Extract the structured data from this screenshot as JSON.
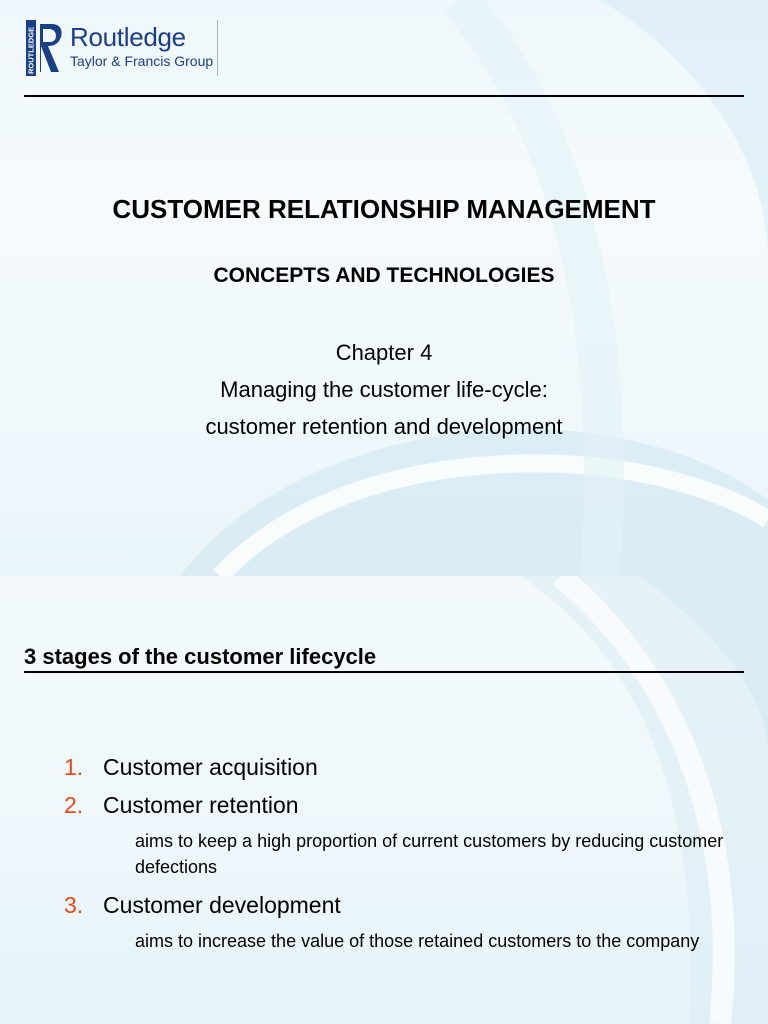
{
  "slide1": {
    "logo": {
      "name": "Routledge",
      "subtitle": "Taylor & Francis Group",
      "side_text": "ROUTLEDGE"
    },
    "title": "CUSTOMER RELATIONSHIP MANAGEMENT",
    "subtitle": "CONCEPTS AND TECHNOLOGIES",
    "lines": [
      "Chapter 4",
      "Managing the customer life-cycle:",
      "customer retention and development"
    ]
  },
  "slide2": {
    "heading": "3 stages of the customer lifecycle",
    "items": [
      {
        "number": "1.",
        "label": "Customer acquisition",
        "detail": ""
      },
      {
        "number": "2.",
        "label": "Customer retention",
        "detail": "aims to keep a high proportion of current customers by reducing customer defections"
      },
      {
        "number": "3.",
        "label": "Customer development",
        "detail": "aims to increase the value of those retained customers to the company"
      }
    ]
  },
  "colors": {
    "accent_number": "#e24a1a",
    "logo_blue": "#1a3f86"
  }
}
